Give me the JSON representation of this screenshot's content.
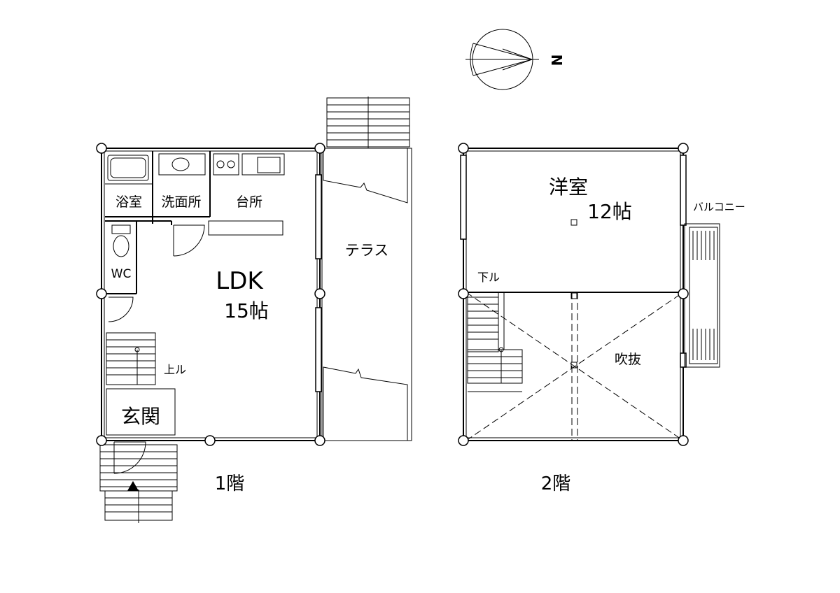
{
  "compass": {
    "north_label": "N"
  },
  "floor1": {
    "caption": "1階",
    "rooms": {
      "bath": "浴室",
      "washroom": "洗面所",
      "kitchen": "台所",
      "ldk": "LDK",
      "ldk_size": "15帖",
      "wc": "WC",
      "entrance": "玄関",
      "terrace": "テラス"
    },
    "stair_label": "上ル"
  },
  "floor2": {
    "caption": "2階",
    "rooms": {
      "western": "洋室",
      "western_size": "12帖",
      "balcony": "バルコニー",
      "void": "吹抜"
    },
    "stair_label": "下ル"
  }
}
